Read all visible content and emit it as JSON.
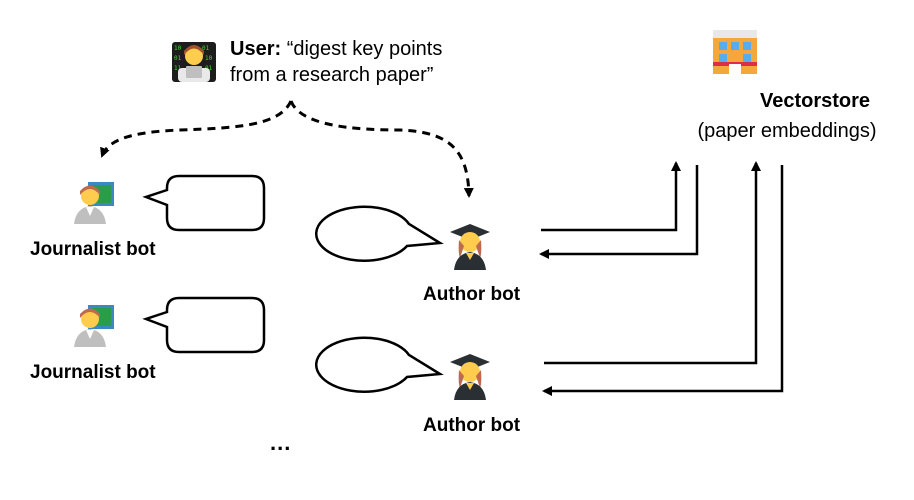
{
  "user": {
    "label": "User:",
    "quote_line1": "“digest key points",
    "quote_line2": "from a research paper”"
  },
  "vectorstore": {
    "title": "Vectorstore",
    "subtitle": "(paper embeddings)"
  },
  "journalist_bots": [
    {
      "label": "Journalist bot"
    },
    {
      "label": "Journalist bot"
    }
  ],
  "author_bots": [
    {
      "label": "Author bot"
    },
    {
      "label": "Author bot"
    }
  ],
  "ellipsis": "...",
  "icons": {
    "user": "technologist-icon",
    "journalist": "teacher-icon",
    "author": "graduate-icon",
    "vectorstore": "building-icon"
  }
}
